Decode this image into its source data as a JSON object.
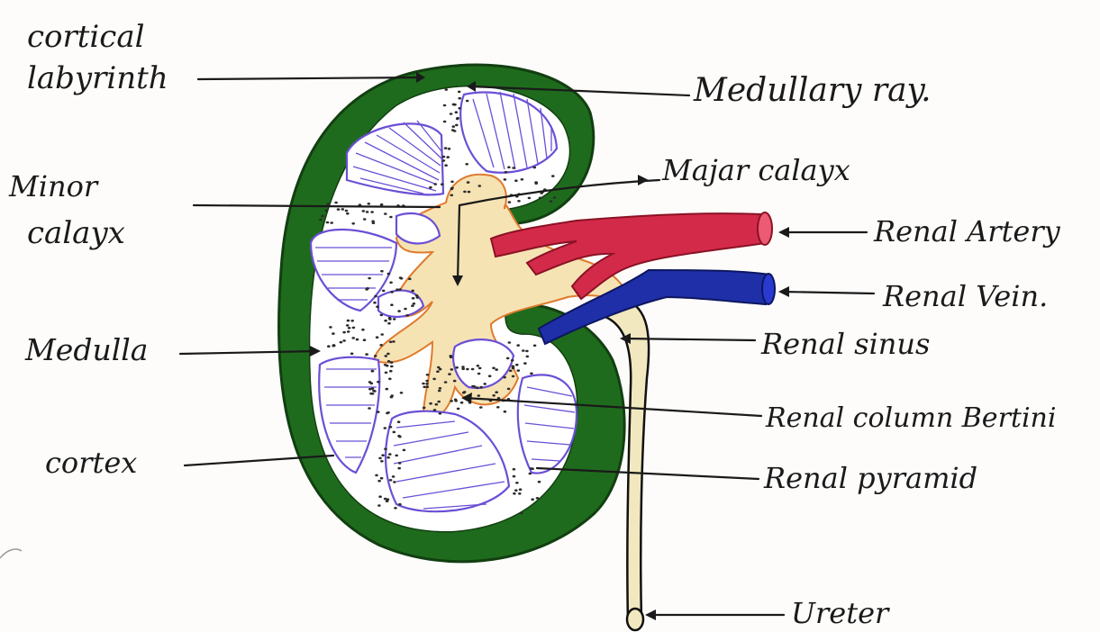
{
  "labels": {
    "cortical_labyrinth_1": "cortical",
    "cortical_labyrinth_2": "labyrinth",
    "medullary_ray": "Medullary ray.",
    "minor_calyx_1": "Minor",
    "minor_calyx_2": "calayx",
    "major_calyx": "Majar calayx",
    "renal_artery": "Renal Artery",
    "renal_vein": "Renal Vein.",
    "medulla": "Medulla",
    "renal_sinus": "Renal sinus",
    "renal_column": "Renal column Bertini",
    "cortex": "cortex",
    "renal_pyramid": "Renal pyramid",
    "ureter": "Ureter"
  },
  "colors": {
    "cortex": "#1f6b1d",
    "medulla_fill": "#ffffff",
    "pyramid_stripes": "#6b4fd6",
    "pelvis": "#f6e3b4",
    "pelvis_edge": "#e07a2e",
    "artery": "#d42a4a",
    "vein": "#1e2fa8",
    "ureter": "#f1e8bf"
  }
}
